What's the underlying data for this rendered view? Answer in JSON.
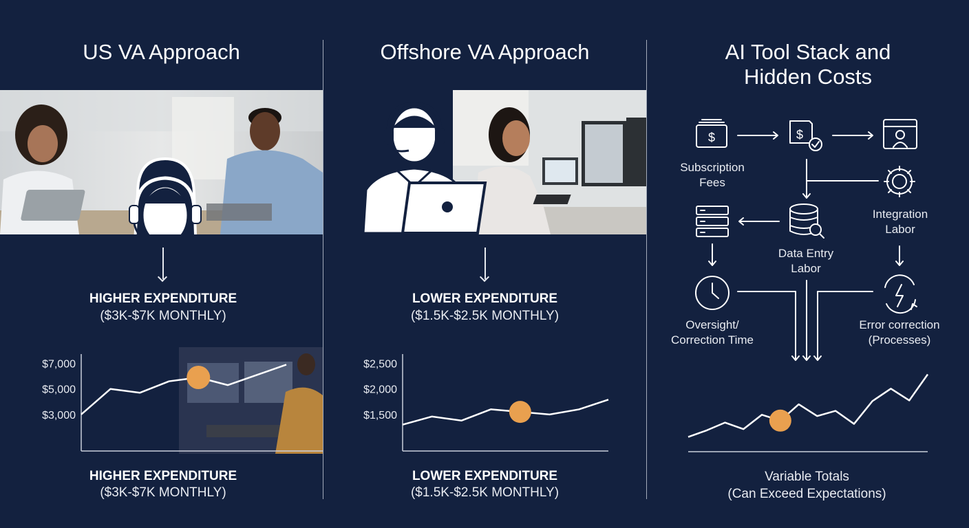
{
  "columns": {
    "us": {
      "title": "US VA Approach",
      "expenditure_title": "HIGHER EXPENDITURE",
      "expenditure_range": "($3K-$7K MONTHLY)",
      "bottom_title": "HIGHER EXPENDITURE",
      "bottom_range": "($3K-$7K MONTHLY)"
    },
    "offshore": {
      "title": "Offshore VA Approach",
      "expenditure_title": "LOWER EXPENDITURE",
      "expenditure_range": "($1.5K-$2.5K MONTHLY)",
      "bottom_title": "LOWER EXPENDITURE",
      "bottom_range": "($1.5K-$2.5K MONTHLY)"
    },
    "ai": {
      "title_line1": "AI Tool Stack and",
      "title_line2": "Hidden Costs",
      "nodes": {
        "subscription_line1": "Subscription",
        "subscription_line2": "Fees",
        "integration_line1": "Integration",
        "integration_line2": "Labor",
        "data_entry_line1": "Data Entry",
        "data_entry_line2": "Labor",
        "oversight_line1": "Oversight/",
        "oversight_line2": "Correction Time",
        "error_line1": "Error correction",
        "error_line2": "(Processes)"
      },
      "total_line1": "Variable Totals",
      "total_line2": "(Can Exceed Expectations)"
    }
  },
  "colors": {
    "background": "#13213f",
    "accent_dot": "#e9a04f",
    "line": "#ffffff"
  },
  "chart_data": [
    {
      "type": "line",
      "series": [
        {
          "values": [
            3000,
            5000,
            4700,
            5600,
            5900,
            5300,
            6100,
            6900
          ]
        }
      ],
      "x": [
        0,
        1,
        2,
        3,
        4,
        5,
        6,
        7
      ],
      "yticks": [
        "$7,000",
        "$5,000",
        "$3,000"
      ],
      "ytick_values": [
        7000,
        5000,
        3000
      ],
      "ylim": [
        1000,
        8000
      ],
      "highlight_index": 4
    },
    {
      "type": "line",
      "series": [
        {
          "values": [
            1300,
            1460,
            1380,
            1600,
            1550,
            1500,
            1600,
            1790
          ]
        }
      ],
      "x": [
        0,
        1,
        2,
        3,
        4,
        5,
        6,
        7
      ],
      "yticks": [
        "$2,500",
        "$2,000",
        "$1,500"
      ],
      "ytick_values": [
        2500,
        2000,
        1500
      ],
      "ylim": [
        1000,
        2750
      ],
      "highlight_index": 4
    },
    {
      "type": "line",
      "series": [
        {
          "values": [
            1,
            2,
            3.2,
            2.2,
            4.4,
            3.5,
            6,
            4.2,
            5,
            3,
            6.5,
            8.4,
            6.6,
            10.6
          ]
        }
      ],
      "x": [
        0,
        1,
        2,
        3,
        4,
        5,
        6,
        7,
        8,
        9,
        10,
        11,
        12,
        13
      ],
      "highlight_index": 5
    }
  ]
}
